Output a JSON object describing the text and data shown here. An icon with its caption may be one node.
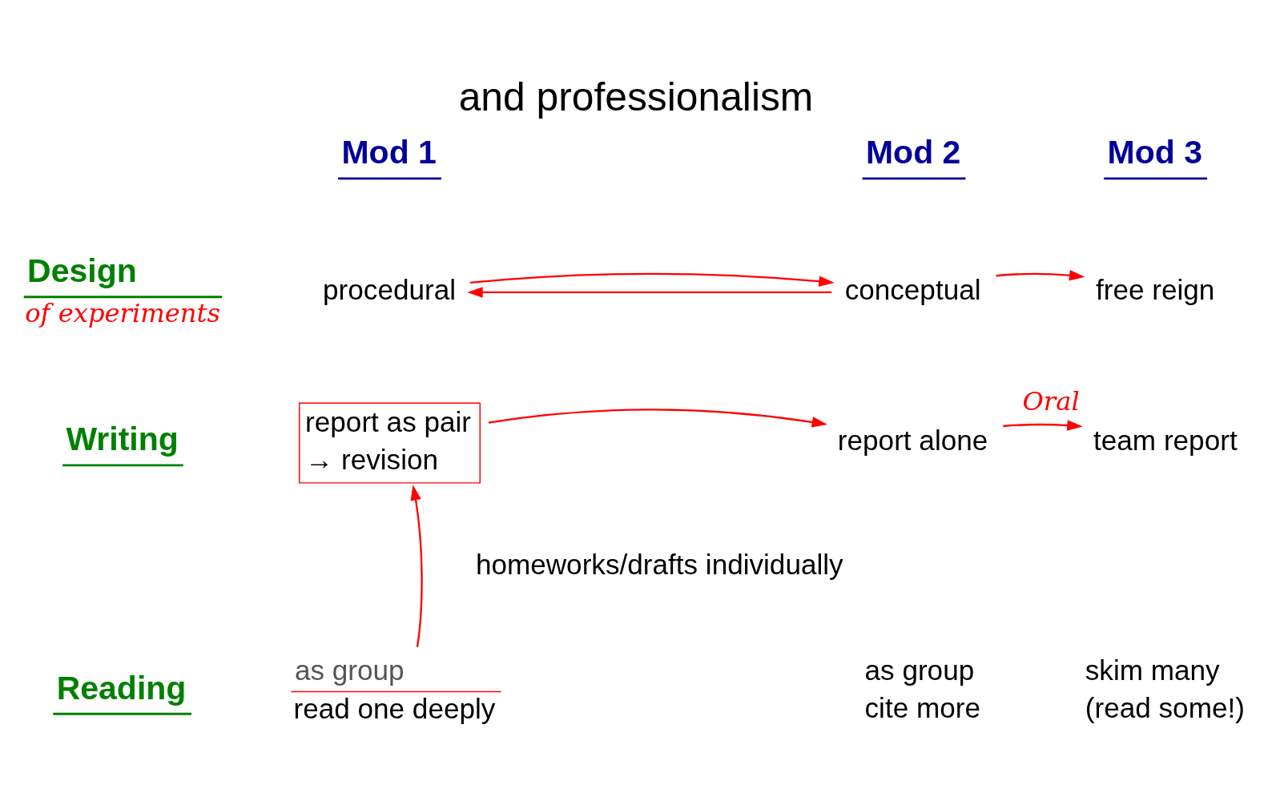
{
  "diagram": {
    "title": "and professionalism",
    "nodes": [
      {
        "text": [
          "Mod 1"
        ]
      },
      {
        "text": [
          "Mod 2"
        ]
      },
      {
        "text": [
          "Mod 3"
        ]
      },
      {
        "text": [
          "Design",
          "of experiments"
        ]
      },
      {
        "text": [
          "procedural"
        ]
      },
      {
        "text": [
          "conceptual"
        ]
      },
      {
        "text": [
          "free reign"
        ]
      },
      {
        "text": [
          "Writing"
        ]
      },
      {
        "text": [
          "report as pair",
          "→ revision"
        ]
      },
      {
        "text": [
          "report alone"
        ]
      },
      {
        "text": [
          "team report"
        ],
        "beside": [
          "Oral"
        ]
      },
      {
        "text": [
          "Reading"
        ]
      },
      {
        "text": [
          "as group",
          "read one deeply"
        ]
      },
      {
        "text": [
          "as group",
          "cite more"
        ]
      },
      {
        "text": [
          "skim many",
          "(read some!)"
        ]
      }
    ],
    "edges": [
      {
        "from": 5,
        "to": 4,
        "arrow": "to"
      },
      {
        "from": 4,
        "to": 5,
        "arrow": "to"
      },
      {
        "from": 5,
        "to": 6,
        "arrow": "to"
      },
      {
        "from": 8,
        "to": 9,
        "arrow": "to"
      },
      {
        "from": 9,
        "to": 10,
        "arrow": "to"
      },
      {
        "from": 12,
        "to": 8,
        "arrow": "to"
      }
    ],
    "labels": [
      "homeworks/drafts individually"
    ]
  }
}
